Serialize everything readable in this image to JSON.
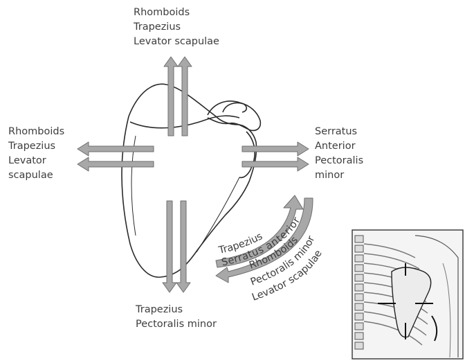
{
  "labels": {
    "top": [
      "Rhomboids",
      "Trapezius",
      "Levator scapulae"
    ],
    "left": [
      "Rhomboids",
      "Trapezius",
      "Levator",
      "scapulae"
    ],
    "right": [
      "Serratus",
      "Anterior",
      "Pectoralis",
      "minor"
    ],
    "bottom": [
      "Trapezius",
      "Pectoralis minor"
    ]
  },
  "rotation_labels": {
    "upward": [
      "Trapezius",
      "Serratus anterior"
    ],
    "downward": [
      "Rhomboids",
      "Pectoralis minor",
      "Levator scapulae"
    ]
  },
  "colors": {
    "arrow_fill": "#a8a8a8",
    "arrow_stroke": "#6e6e6e",
    "outline": "#2a2a2a",
    "text": "#3d3d3d"
  }
}
